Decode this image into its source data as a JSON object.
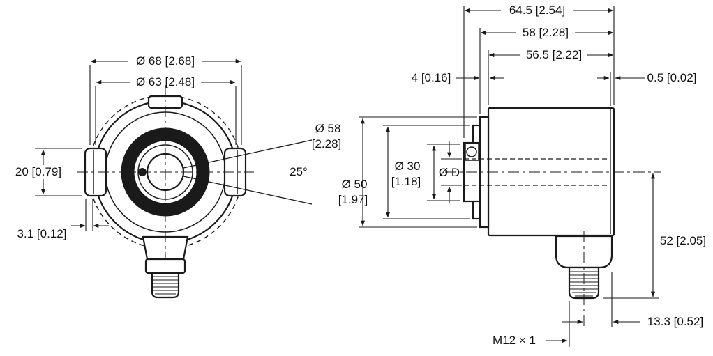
{
  "front_view": {
    "dia_outer": "Ø 68 [2.68]",
    "dia_body": "Ø 63 [2.48]",
    "clamp_length": "20 [0.79]",
    "clamp_thickness": "3.1 [0.12]",
    "clamp_angle": "25°"
  },
  "side_view": {
    "total_depth": "64.5 [2.54]",
    "depth_incl_flange": "58 [2.28]",
    "housing_depth": "56.5 [2.22]",
    "flange_thickness": "4 [0.16]",
    "rear_gap": "0.5 [0.02]",
    "flange_dia_line1": "Ø 58",
    "flange_dia_line2": "[2.28]",
    "pilot_dia_line1": "Ø 50",
    "pilot_dia_line2": "[1.97]",
    "hub_dia_line1": "Ø 30",
    "hub_dia_line2": "[1.18]",
    "shaft_dia": "Ø D",
    "connector_height": "52 [2.05]",
    "connector_offset": "13.3 [0.52]",
    "connector_thread": "M12 × 1"
  }
}
